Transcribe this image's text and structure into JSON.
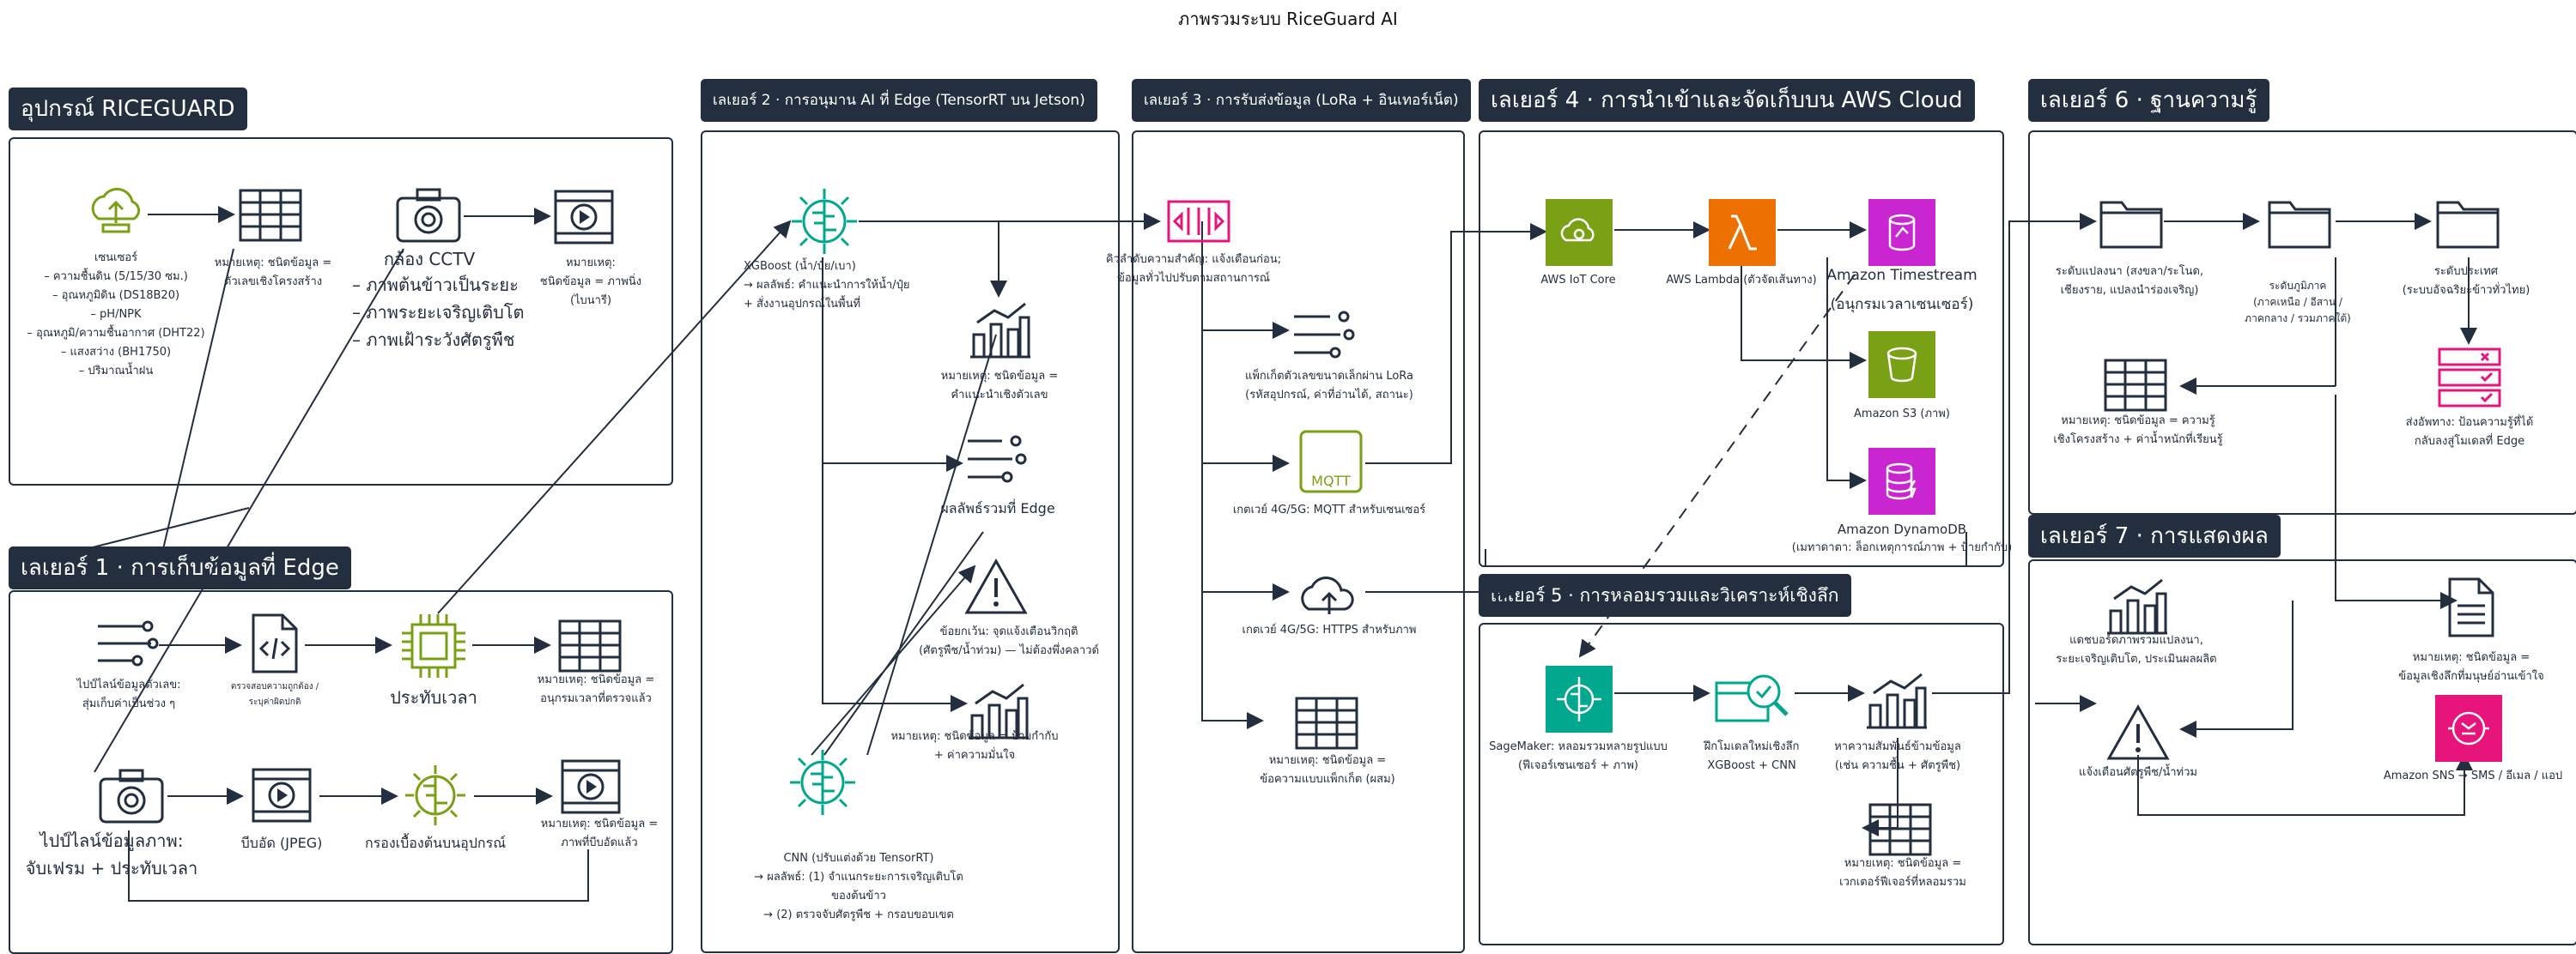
{
  "title": "ภาพรวมระบบ RiceGuard AI",
  "colors": {
    "dark": "#232f3e",
    "green": "#7aa116",
    "teal": "#01a88d",
    "pink": "#e7157b",
    "orange": "#ed7100",
    "iot": "#7aa116"
  },
  "layers": {
    "device": {
      "header": "อุปกรณ์ RICEGUARD"
    },
    "l1": {
      "header": "เลเยอร์ 1 · การเก็บข้อมูลที่ Edge"
    },
    "l2": {
      "header": "เลเยอร์ 2 · การอนุมาน AI ที่ Edge (TensorRT บน Jetson)"
    },
    "l3": {
      "header": "เลเยอร์ 3 · การรับส่งข้อมูล (LoRa + อินเทอร์เน็ต)"
    },
    "l4": {
      "header": "เลเยอร์ 4 · การนำเข้าและจัดเก็บบน AWS Cloud"
    },
    "l5": {
      "header": "เลเยอร์ 5 · การหลอมรวมและวิเคราะห์เชิงลึก"
    },
    "l6": {
      "header": "เลเยอร์ 6 · ฐานความรู้"
    },
    "l7": {
      "header": "เลเยอร์ 7 · การแสดงผล"
    }
  },
  "device": {
    "sensor_lines": [
      "เซนเซอร์",
      "– ความชื้นดิน (5/15/30 ซม.)",
      "– อุณหภูมิดิน (DS18B20)",
      "– pH/NPK",
      "– อุณหภูมิ/ความชื้นอากาศ (DHT22)",
      "– แสงสว่าง (BH1750)",
      "– ปริมาณน้ำฝน"
    ],
    "sensor_note": [
      "หมายเหตุ: ชนิดข้อมูล =",
      "ตัวเลขเชิงโครงสร้าง"
    ],
    "cctv_title": "กล้อง CCTV",
    "cctv_lines": [
      "– ภาพต้นข้าวเป็นระยะ",
      "– ภาพระยะเจริญเติบโต",
      "– ภาพเฝ้าระวังศัตรูพืช"
    ],
    "cctv_note": [
      "หมายเหตุ:",
      "ชนิดข้อมูล = ภาพนิ่ง",
      "(ไบนารี)"
    ]
  },
  "l1": {
    "num_pipeline": [
      "ไปป์ไลน์ข้อมูลตัวเลข:",
      "สุ่มเก็บค่าเป็นช่วง ๆ"
    ],
    "validate": [
      "ตรวจสอบความถูกต้อง /",
      "ระบุค่าผิดปกติ"
    ],
    "timestamp": "ประทับเวลา",
    "ts_note": [
      "หมายเหตุ: ชนิดข้อมูล =",
      "อนุกรมเวลาที่ตรวจแล้ว"
    ],
    "img_pipeline": [
      "ไปป์ไลน์ข้อมูลภาพ:",
      "จับเฟรม + ประทับเวลา"
    ],
    "compress": "บีบอัด (JPEG)",
    "prefilter": "กรองเบื้องต้นบนอุปกรณ์",
    "img_note": [
      "หมายเหตุ: ชนิดข้อมูล =",
      "ภาพที่บีบอัดแล้ว"
    ]
  },
  "l2": {
    "xgb": [
      "XGBoost (น้ำ/ปุ๋ย/เบา)",
      "→ ผลลัพธ์: คำแนะนำการให้น้ำ/ปุ๋ย",
      "+ สั่งงานอุปกรณ์ในพื้นที่"
    ],
    "reco_note": [
      "หมายเหตุ: ชนิดข้อมูล =",
      "คำแนะนำเชิงตัวเลข"
    ],
    "edge_result": "ผลลัพธ์รวมที่ Edge",
    "alert": [
      "ข้อยกเว้น: จุดแจ้งเตือนวิกฤติ",
      "(ศัตรูพืช/น้ำท่วม) — ไม่ต้องพึ่งคลาวด์"
    ],
    "cnn_note": [
      "หมายเหตุ: ชนิดข้อมูล = ป้ายกำกับ",
      "+ ค่าความมั่นใจ"
    ],
    "cnn": [
      "CNN (ปรับแต่งด้วย TensorRT)",
      "→ ผลลัพธ์: (1) จำแนกระยะการเจริญเติบโต",
      "ของต้นข้าว",
      "→ (2) ตรวจจับศัตรูพืช + กรอบขอบเขต"
    ]
  },
  "l3": {
    "priority": [
      "คิวลำดับความสำคัญ: แจ้งเตือนก่อน;",
      "ข้อมูลทั่วไปปรับตามสถานการณ์"
    ],
    "lora": [
      "แพ็กเก็ตตัวเลขขนาดเล็กผ่าน LoRa",
      "(รหัสอุปกรณ์, ค่าที่อ่านได้, สถานะ)"
    ],
    "mqtt": "เกตเวย์ 4G/5G: MQTT สำหรับเซนเซอร์",
    "mqtt_icon_text": "MQTT",
    "https": "เกตเวย์ 4G/5G: HTTPS สำหรับภาพ",
    "note": [
      "หมายเหตุ: ชนิดข้อมูล =",
      "ข้อความแบบแพ็กเก็ต (ผสม)"
    ]
  },
  "l4": {
    "iot": "AWS IoT Core",
    "lambda": "AWS Lambda (ตัวจัดเส้นทาง)",
    "timestream": [
      "Amazon Timestream",
      "(อนุกรมเวลาเซนเซอร์)"
    ],
    "s3": "Amazon S3 (ภาพ)",
    "dynamo": [
      "Amazon DynamoDB",
      "(เมทาดาตา: ล็อกเหตุการณ์ภาพ + ป้ายกำกับ)"
    ]
  },
  "l5": {
    "sagemaker": [
      "SageMaker: หลอมรวมหลายรูปแบบ",
      "(ฟีเจอร์เซนเซอร์ + ภาพ)"
    ],
    "retrain": [
      "ฝึกโมเดลใหม่เชิงลึก",
      "XGBoost + CNN"
    ],
    "correlate": [
      "หาความสัมพันธ์ข้ามข้อมูล",
      "(เช่น ความชื้น + ศัตรูพืช)"
    ],
    "note": [
      "หมายเหตุ: ชนิดข้อมูล =",
      "เวกเตอร์ฟีเจอร์ที่หลอมรวม"
    ]
  },
  "l6": {
    "field": [
      "ระดับแปลงนา (สงขลา/ระโนด,",
      "เชียงราย, แปลงนำร่องเจริญ)"
    ],
    "region": [
      "ระดับภูมิภาค",
      "(ภาคเหนือ / อีสาน /",
      "ภาคกลาง / รวมภาคใต้)"
    ],
    "national": [
      "ระดับประเทศ",
      "(ระบบอัจฉริยะข้าวทั่วไทย)"
    ],
    "note": [
      "หมายเหตุ: ชนิดข้อมูล = ความรู้",
      "เชิงโครงสร้าง + ค่าน้ำหนักที่เรียนรู้"
    ],
    "feedback": [
      "ส่งอัพทาง: ป้อนความรู้ที่ได้",
      "กลับลงสู่โมเดลที่ Edge"
    ]
  },
  "l7": {
    "dashboard": [
      "แดชบอร์ดภาพรวมแปลงนา,",
      "ระยะเจริญเติบโต, ประเมินผลผลิต"
    ],
    "report_note": [
      "หมายเหตุ: ชนิดข้อมูล =",
      "ข้อมูลเชิงลึกที่มนุษย์อ่านเข้าใจ"
    ],
    "alert": "แจ้งเตือนศัตรูพืช/น้ำท่วม",
    "sns": "Amazon SNS → SMS / อีเมล / แอป"
  }
}
